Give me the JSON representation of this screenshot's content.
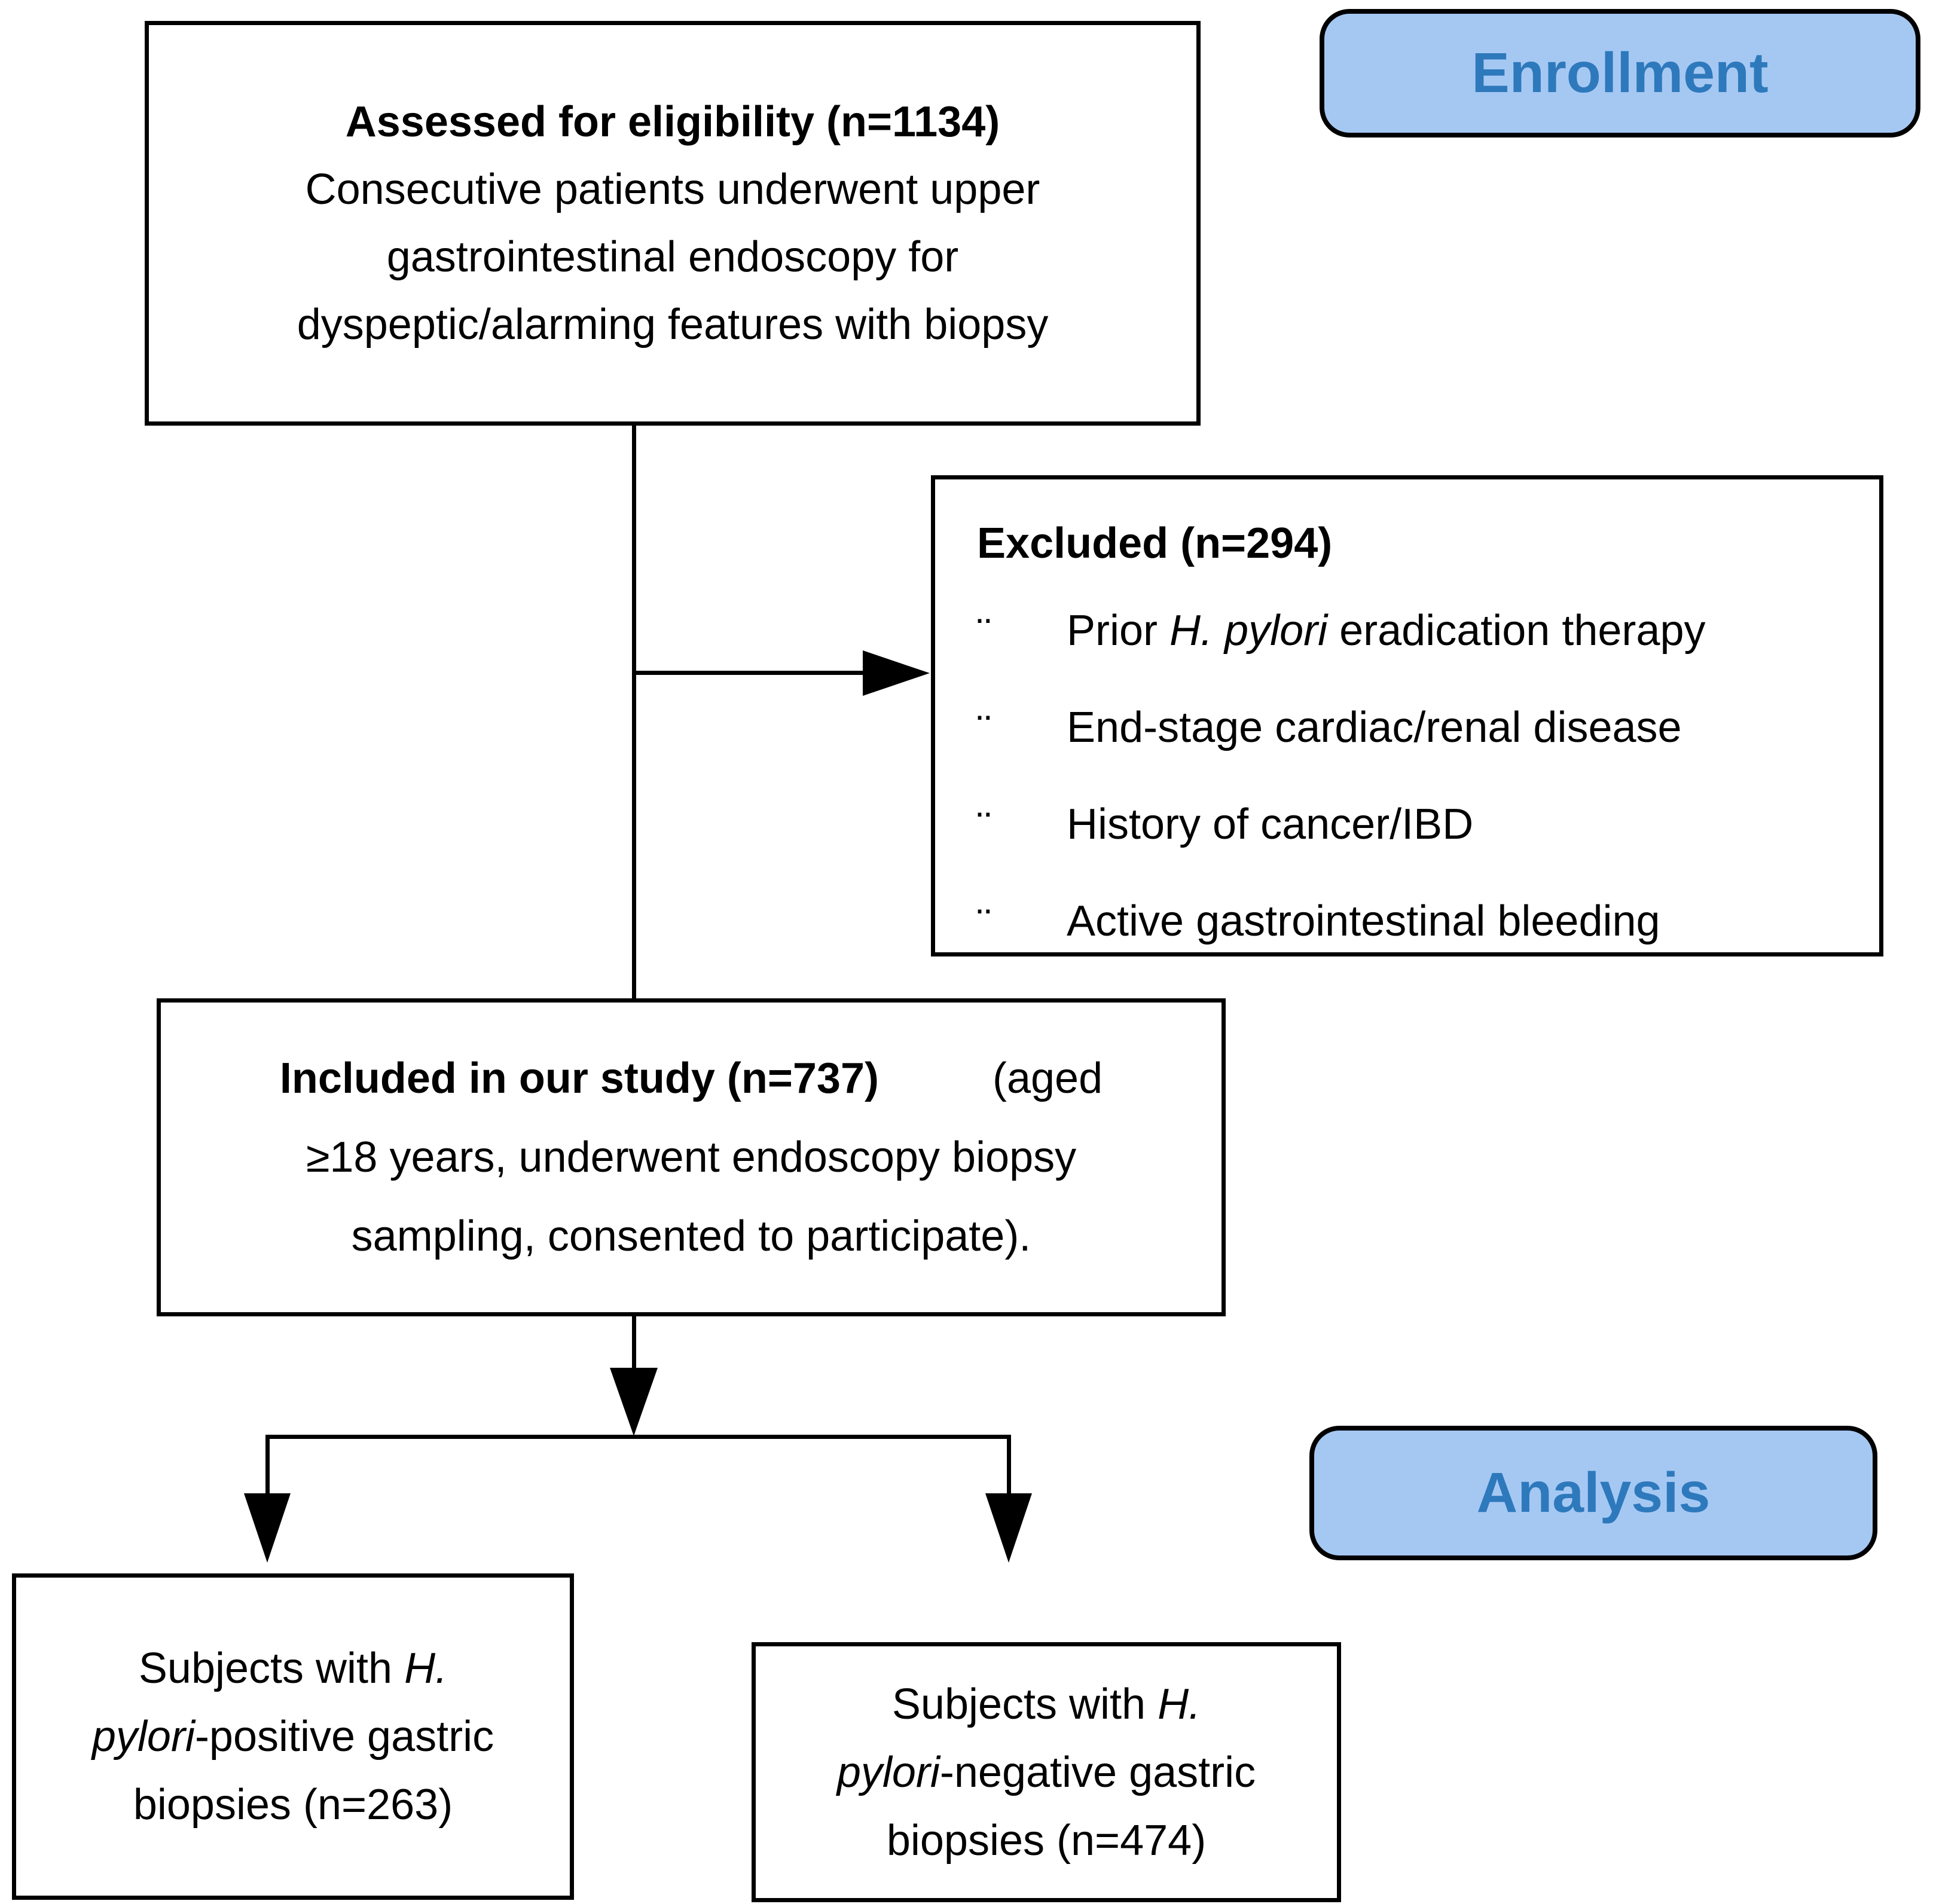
{
  "diagram": {
    "labels": {
      "enrollment": "Enrollment",
      "analysis": "Analysis"
    },
    "assessed": {
      "title": "Assessed for eligibility (n=1134)",
      "line1": "Consecutive patients underwent upper",
      "line2": "gastrointestinal endoscopy for",
      "line3": "dyspeptic/alarming features with biopsy"
    },
    "excluded": {
      "title": "Excluded (n=294)",
      "bullet_char": "¨",
      "item1_pre": "Prior ",
      "item1_italic": "H. pylori",
      "item1_post": " eradication therapy",
      "item2": "End-stage cardiac/renal disease",
      "item3": "History of cancer/IBD",
      "item4": "Active gastrointestinal bleeding"
    },
    "included": {
      "title_bold": "Included in our study (n=737)",
      "title_tail": "(aged",
      "line2": "≥18 years, underwent endoscopy biopsy",
      "line3": "sampling, consented to participate)."
    },
    "hp_positive": {
      "l1_pre": "Subjects with ",
      "l1_italic": "H.",
      "l2_italic": "pylori",
      "l2_post": "-positive gastric",
      "l3": "biopsies (n=263)"
    },
    "hp_negative": {
      "l1_pre": "Subjects with ",
      "l1_italic": "H.",
      "l2_italic": "pylori",
      "l2_post": "-negative gastric",
      "l3": "biopsies (n=474)"
    },
    "colors": {
      "label_fill": "#A5C8F3",
      "label_text": "#2E79BC",
      "line_color": "#000000"
    }
  }
}
